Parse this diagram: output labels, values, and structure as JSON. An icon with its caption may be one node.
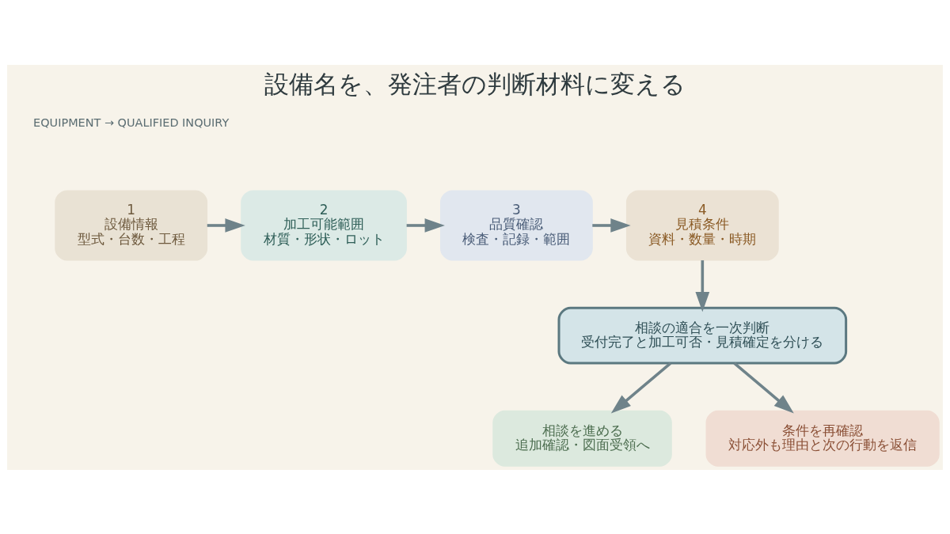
{
  "diagram": {
    "title": "設備名を、発注者の判断材料に変える",
    "nodes": [
      {
        "text": [
          "1",
          "設備情報",
          "型式・台数・工程"
        ]
      },
      {
        "text": [
          "2",
          "加工可能範囲",
          "材質・形状・ロット"
        ]
      },
      {
        "text": [
          "3",
          "品質確認",
          "検査・記録・範囲"
        ]
      },
      {
        "text": [
          "4",
          "見積条件",
          "資料・数量・時期"
        ]
      },
      {
        "text": [
          "相談の適合を一次判断",
          "受付完了と加工可否・見積確定を分ける"
        ]
      },
      {
        "text": [
          "相談を進める",
          "追加確認・図面受領へ"
        ]
      },
      {
        "text": [
          "条件を再確認",
          "対応外も理由と次の行動を返信"
        ]
      }
    ],
    "edges": [
      {
        "from": 0,
        "to": 1,
        "arrow": "to"
      },
      {
        "from": 1,
        "to": 2,
        "arrow": "to"
      },
      {
        "from": 2,
        "to": 3,
        "arrow": "to"
      },
      {
        "from": 3,
        "to": 4,
        "arrow": "to"
      },
      {
        "from": 4,
        "to": 5,
        "arrow": "to"
      },
      {
        "from": 4,
        "to": 6,
        "arrow": "to"
      }
    ],
    "labels": [
      "EQUIPMENT → QUALIFIED INQUIRY"
    ]
  }
}
